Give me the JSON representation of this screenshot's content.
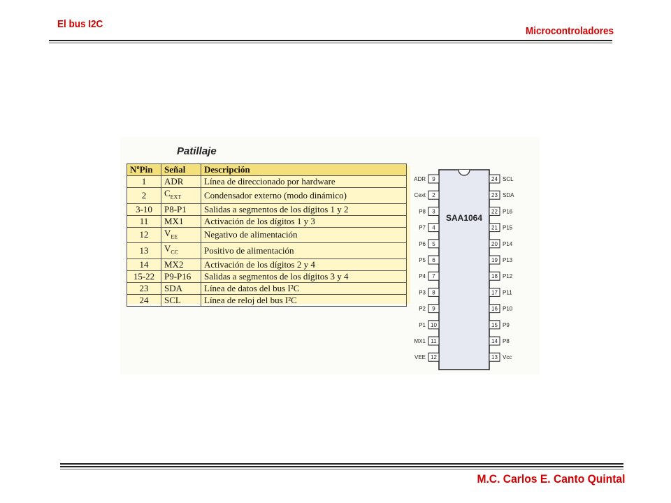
{
  "header": {
    "left_title": "El bus I2C",
    "right_title": "Microcontroladores"
  },
  "footer": {
    "author": "M.C. Carlos E. Canto Quintal"
  },
  "table": {
    "title": "Patillaje",
    "columns": [
      "NºPin",
      "Señal",
      "Descripción"
    ],
    "rows": [
      {
        "pin": "1",
        "signal": "ADR",
        "sub": "",
        "desc": "Línea de direccionado por hardware"
      },
      {
        "pin": "2",
        "signal": "C",
        "sub": "EXT",
        "desc": "Condensador externo (modo dinámico)"
      },
      {
        "pin": "3-10",
        "signal": "P8-P1",
        "sub": "",
        "desc": "Salidas a segmentos de los dígitos 1 y 2"
      },
      {
        "pin": "11",
        "signal": "MX1",
        "sub": "",
        "desc": "Activación de los dígitos 1 y 3"
      },
      {
        "pin": "12",
        "signal": "V",
        "sub": "EE",
        "desc": "Negativo de alimentación"
      },
      {
        "pin": "13",
        "signal": "V",
        "sub": "CC",
        "desc": "Positivo de alimentación"
      },
      {
        "pin": "14",
        "signal": "MX2",
        "sub": "",
        "desc": "Activación de los dígitos 2 y 4"
      },
      {
        "pin": "15-22",
        "signal": "P9-P16",
        "sub": "",
        "desc": "Salidas a segmentos de los dígitos 3 y 4"
      },
      {
        "pin": "23",
        "signal": "SDA",
        "sub": "",
        "desc": "Línea de datos del bus I²C"
      },
      {
        "pin": "24",
        "signal": "SCL",
        "sub": "",
        "desc": "Línea de reloj del bus I²C"
      }
    ]
  },
  "chip": {
    "name": "SAA1064",
    "left_pins": [
      {
        "label": "ADR",
        "num": "9"
      },
      {
        "label": "Cext",
        "num": "2"
      },
      {
        "label": "P8",
        "num": "3"
      },
      {
        "label": "P7",
        "num": "4"
      },
      {
        "label": "P6",
        "num": "5"
      },
      {
        "label": "P5",
        "num": "6"
      },
      {
        "label": "P4",
        "num": "7"
      },
      {
        "label": "P3",
        "num": "8"
      },
      {
        "label": "P2",
        "num": "9"
      },
      {
        "label": "P1",
        "num": "10"
      },
      {
        "label": "MX1",
        "num": "11"
      },
      {
        "label": "VEE",
        "num": "12"
      }
    ],
    "right_pins": [
      {
        "label": "SCL",
        "num": "24"
      },
      {
        "label": "SDA",
        "num": "23"
      },
      {
        "label": "P16",
        "num": "22"
      },
      {
        "label": "P15",
        "num": "21"
      },
      {
        "label": "P14",
        "num": "20"
      },
      {
        "label": "P13",
        "num": "19"
      },
      {
        "label": "P12",
        "num": "18"
      },
      {
        "label": "P11",
        "num": "17"
      },
      {
        "label": "P10",
        "num": "16"
      },
      {
        "label": "P9",
        "num": "15"
      },
      {
        "label": "P8",
        "num": "14"
      },
      {
        "label": "Vcc",
        "num": "13"
      }
    ]
  }
}
